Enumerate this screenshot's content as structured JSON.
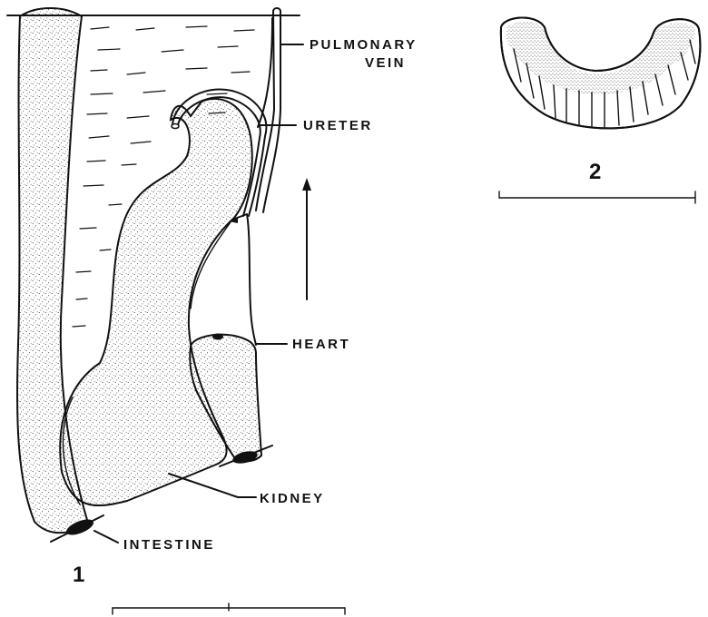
{
  "figure1": {
    "number": "1",
    "labels": {
      "pulmonary_vein_line1": "PULMONARY",
      "pulmonary_vein_line2": "VEIN",
      "ureter": "URETER",
      "heart": "HEART",
      "kidney": "KIDNEY",
      "intestine": "INTESTINE"
    }
  },
  "figure2": {
    "number": "2"
  },
  "colors": {
    "ink": "#111111",
    "background": "#ffffff"
  }
}
